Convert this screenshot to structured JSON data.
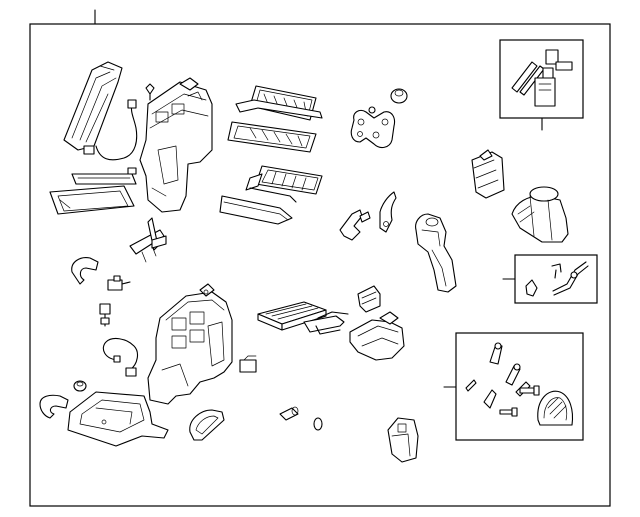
{
  "diagram": {
    "type": "exploded-parts-illustration",
    "subassembly_groups": 3,
    "callout_marks": 1
  }
}
